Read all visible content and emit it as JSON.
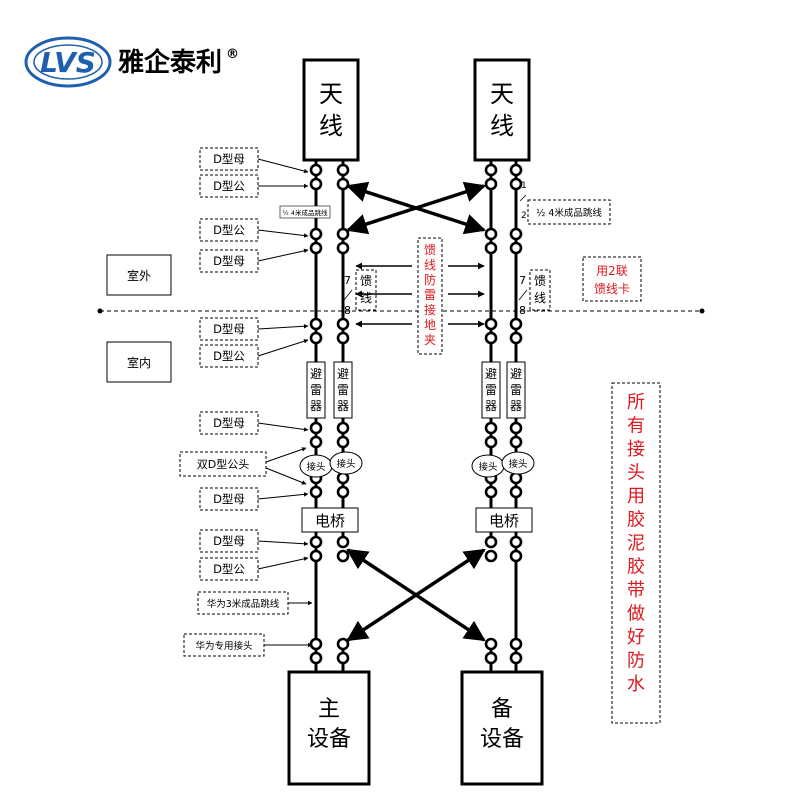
{
  "brand": {
    "name": "雅企泰利",
    "mark": "®",
    "logo_text": "LVS"
  },
  "antenna_left": [
    "天",
    "线"
  ],
  "antenna_right": [
    "天",
    "线"
  ],
  "main_device": [
    "主",
    "设备"
  ],
  "backup_device": [
    "备",
    "设备"
  ],
  "zones": {
    "outdoor": "室外",
    "indoor": "室内"
  },
  "labels": {
    "d_female": "D型母",
    "d_male": "D型公",
    "double_d": "双D型公头",
    "jumper_half_left": "½ 4米成品跳线",
    "jumper_half_right": "½ 4米成品跳线",
    "jumper_huawei": "华为3米成品跳线",
    "huawei_connector": "华为专用接头",
    "feeder_card": "用2联馈线卡",
    "feeder_clip": "馈线",
    "fraction_top": "1",
    "fraction_bottom": "2",
    "fraction_78_top": "7",
    "fraction_78_bottom": "8",
    "lightning_arrester": "避雷器",
    "connector": "接头",
    "bridge": "电桥",
    "grounding_clamp": [
      "馈",
      "线",
      "防",
      "雷",
      "接",
      "地",
      "夹"
    ],
    "note": [
      "所",
      "有",
      "接",
      "头",
      "用",
      "胶",
      "泥",
      "胶",
      "带",
      "做",
      "好",
      "防",
      "水"
    ]
  },
  "colors": {
    "red": "#e0181e",
    "black": "#000000",
    "blue": "#1f5fb0"
  }
}
